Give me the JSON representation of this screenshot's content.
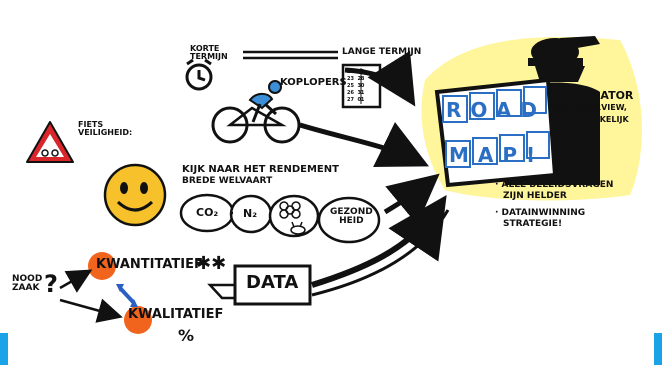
{
  "texts": {
    "korte_termijn_1": "KORTE",
    "korte_termijn_2": "TERMIJN",
    "lange_termijn": "LANGE TERMIJN",
    "koplopers": "KOPLOPERS",
    "fiets_1": "FIETS",
    "fiets_2": "VEILIGHEID:",
    "kijk_1": "KIJK NAAR HET RENDEMENT",
    "kijk_2": "BREDE WELVAART",
    "co2": "CO₂",
    "n2": "N₂",
    "gezondheid_1": "GEZOND",
    "gezondheid_2": "HEID",
    "nood_1": "NOOD",
    "nood_2": "ZAAK",
    "kwantitatief": "KWANTITATIEF",
    "kwalitatief": "KWALITATIEF",
    "percent": "%",
    "data": "DATA",
    "road": "ROAD",
    "map": "MAP!",
    "moderator_1": "MODERATOR",
    "moderator_2": "MET OVERVIEW,",
    "moderator_3": "ONAFHANKELIJK",
    "bullet1_1": "· ALLE BELEIDSVRAGEN",
    "bullet1_2": "ZIJN HELDER",
    "bullet2_1": "· DATAINWINNING",
    "bullet2_2": "STRATEGIE!"
  },
  "calendar": [
    "23",
    "28",
    "23",
    "28",
    "25",
    "30",
    "26",
    "31",
    "27",
    "01"
  ],
  "colors": {
    "highlight": "#fff59a",
    "accent_blue": "#1aa3e6",
    "orange": "#f0641e",
    "red": "#d9262b",
    "smiley": "#f6c12a",
    "cyclist_blue": "#3a8fd8"
  }
}
